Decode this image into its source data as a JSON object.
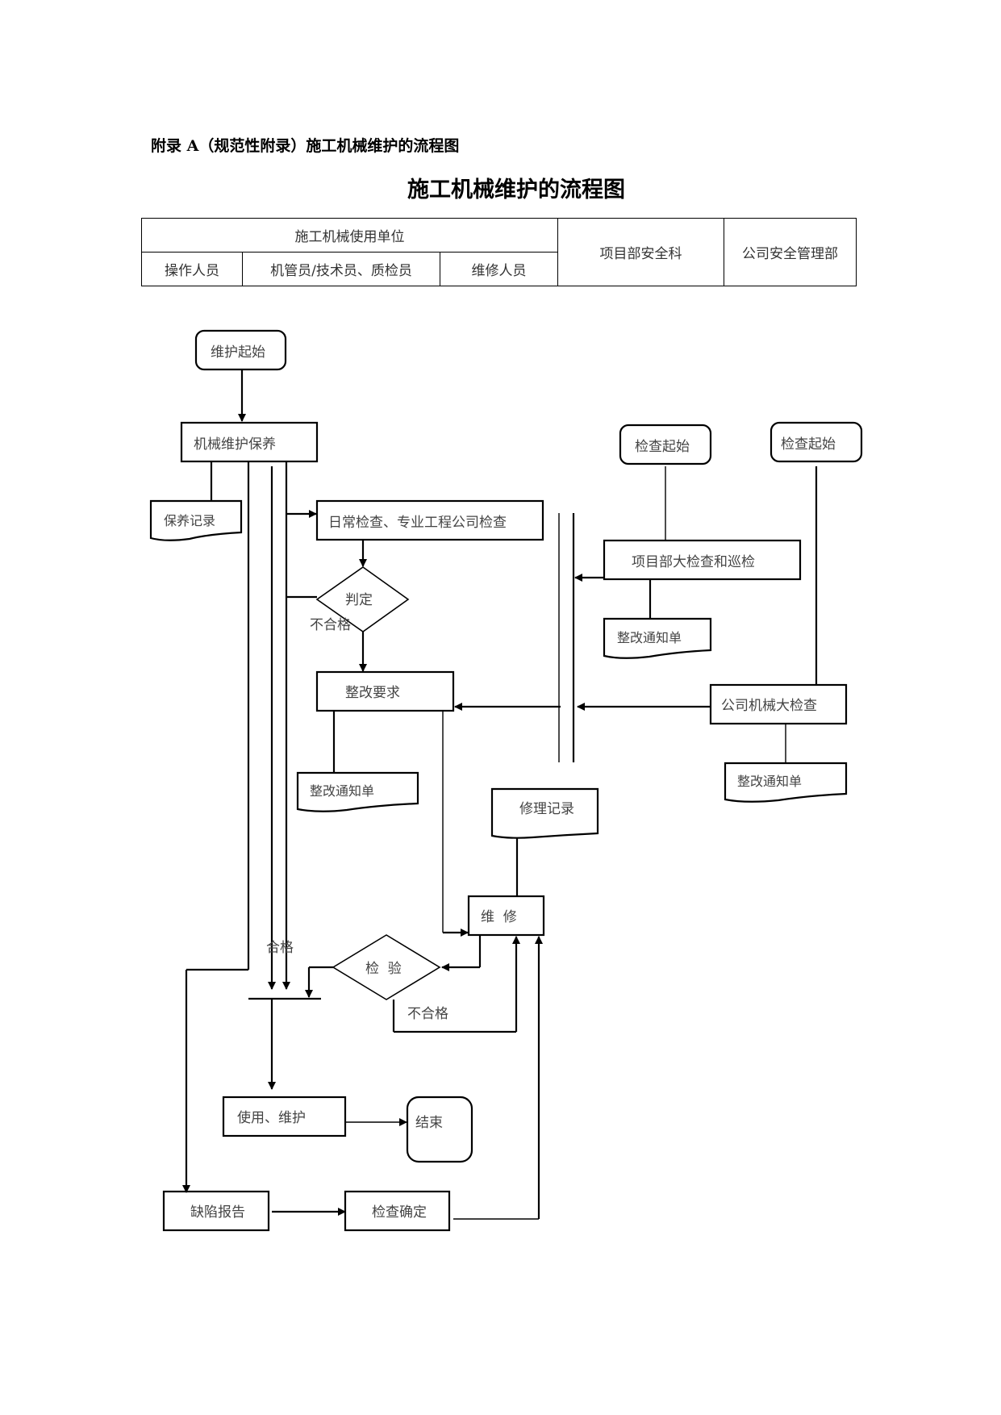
{
  "appendix_title": "附录 A（规范性附录）施工机械维护的流程图",
  "main_title": "施工机械维护的流程图",
  "swimlanes": {
    "group_header": "施工机械使用单位",
    "sub_lanes": [
      "操作人员",
      "机管员/技术员、质检员",
      "维修人员"
    ],
    "lanes": [
      "项目部安全科",
      "公司安全管理部"
    ]
  },
  "nodes": {
    "start_maintenance": "维护起始",
    "machine_maintenance": "机械维护保养",
    "maintenance_record": "保养记录",
    "daily_inspection": "日常检查、专业工程公司检查",
    "judgement": "判定",
    "unqualified_1": "不合格",
    "rectification_request": "整改要求",
    "rectification_notice_1": "整改通知单",
    "inspection_start_project": "检查起始",
    "inspection_start_company": "检查起始",
    "project_major_inspection": "项目部大检查和巡检",
    "rectification_notice_2": "整改通知单",
    "company_major_inspection": "公司机械大检查",
    "rectification_notice_3": "整改通知单",
    "repair_record": "修理记录",
    "repair": "维  修",
    "verification": "检  验",
    "qualified": "合格",
    "unqualified_2": "不合格",
    "use_maintain": "使用、维护",
    "end": "结束",
    "defect_report": "缺陷报告",
    "inspection_confirm": "检查确定"
  }
}
